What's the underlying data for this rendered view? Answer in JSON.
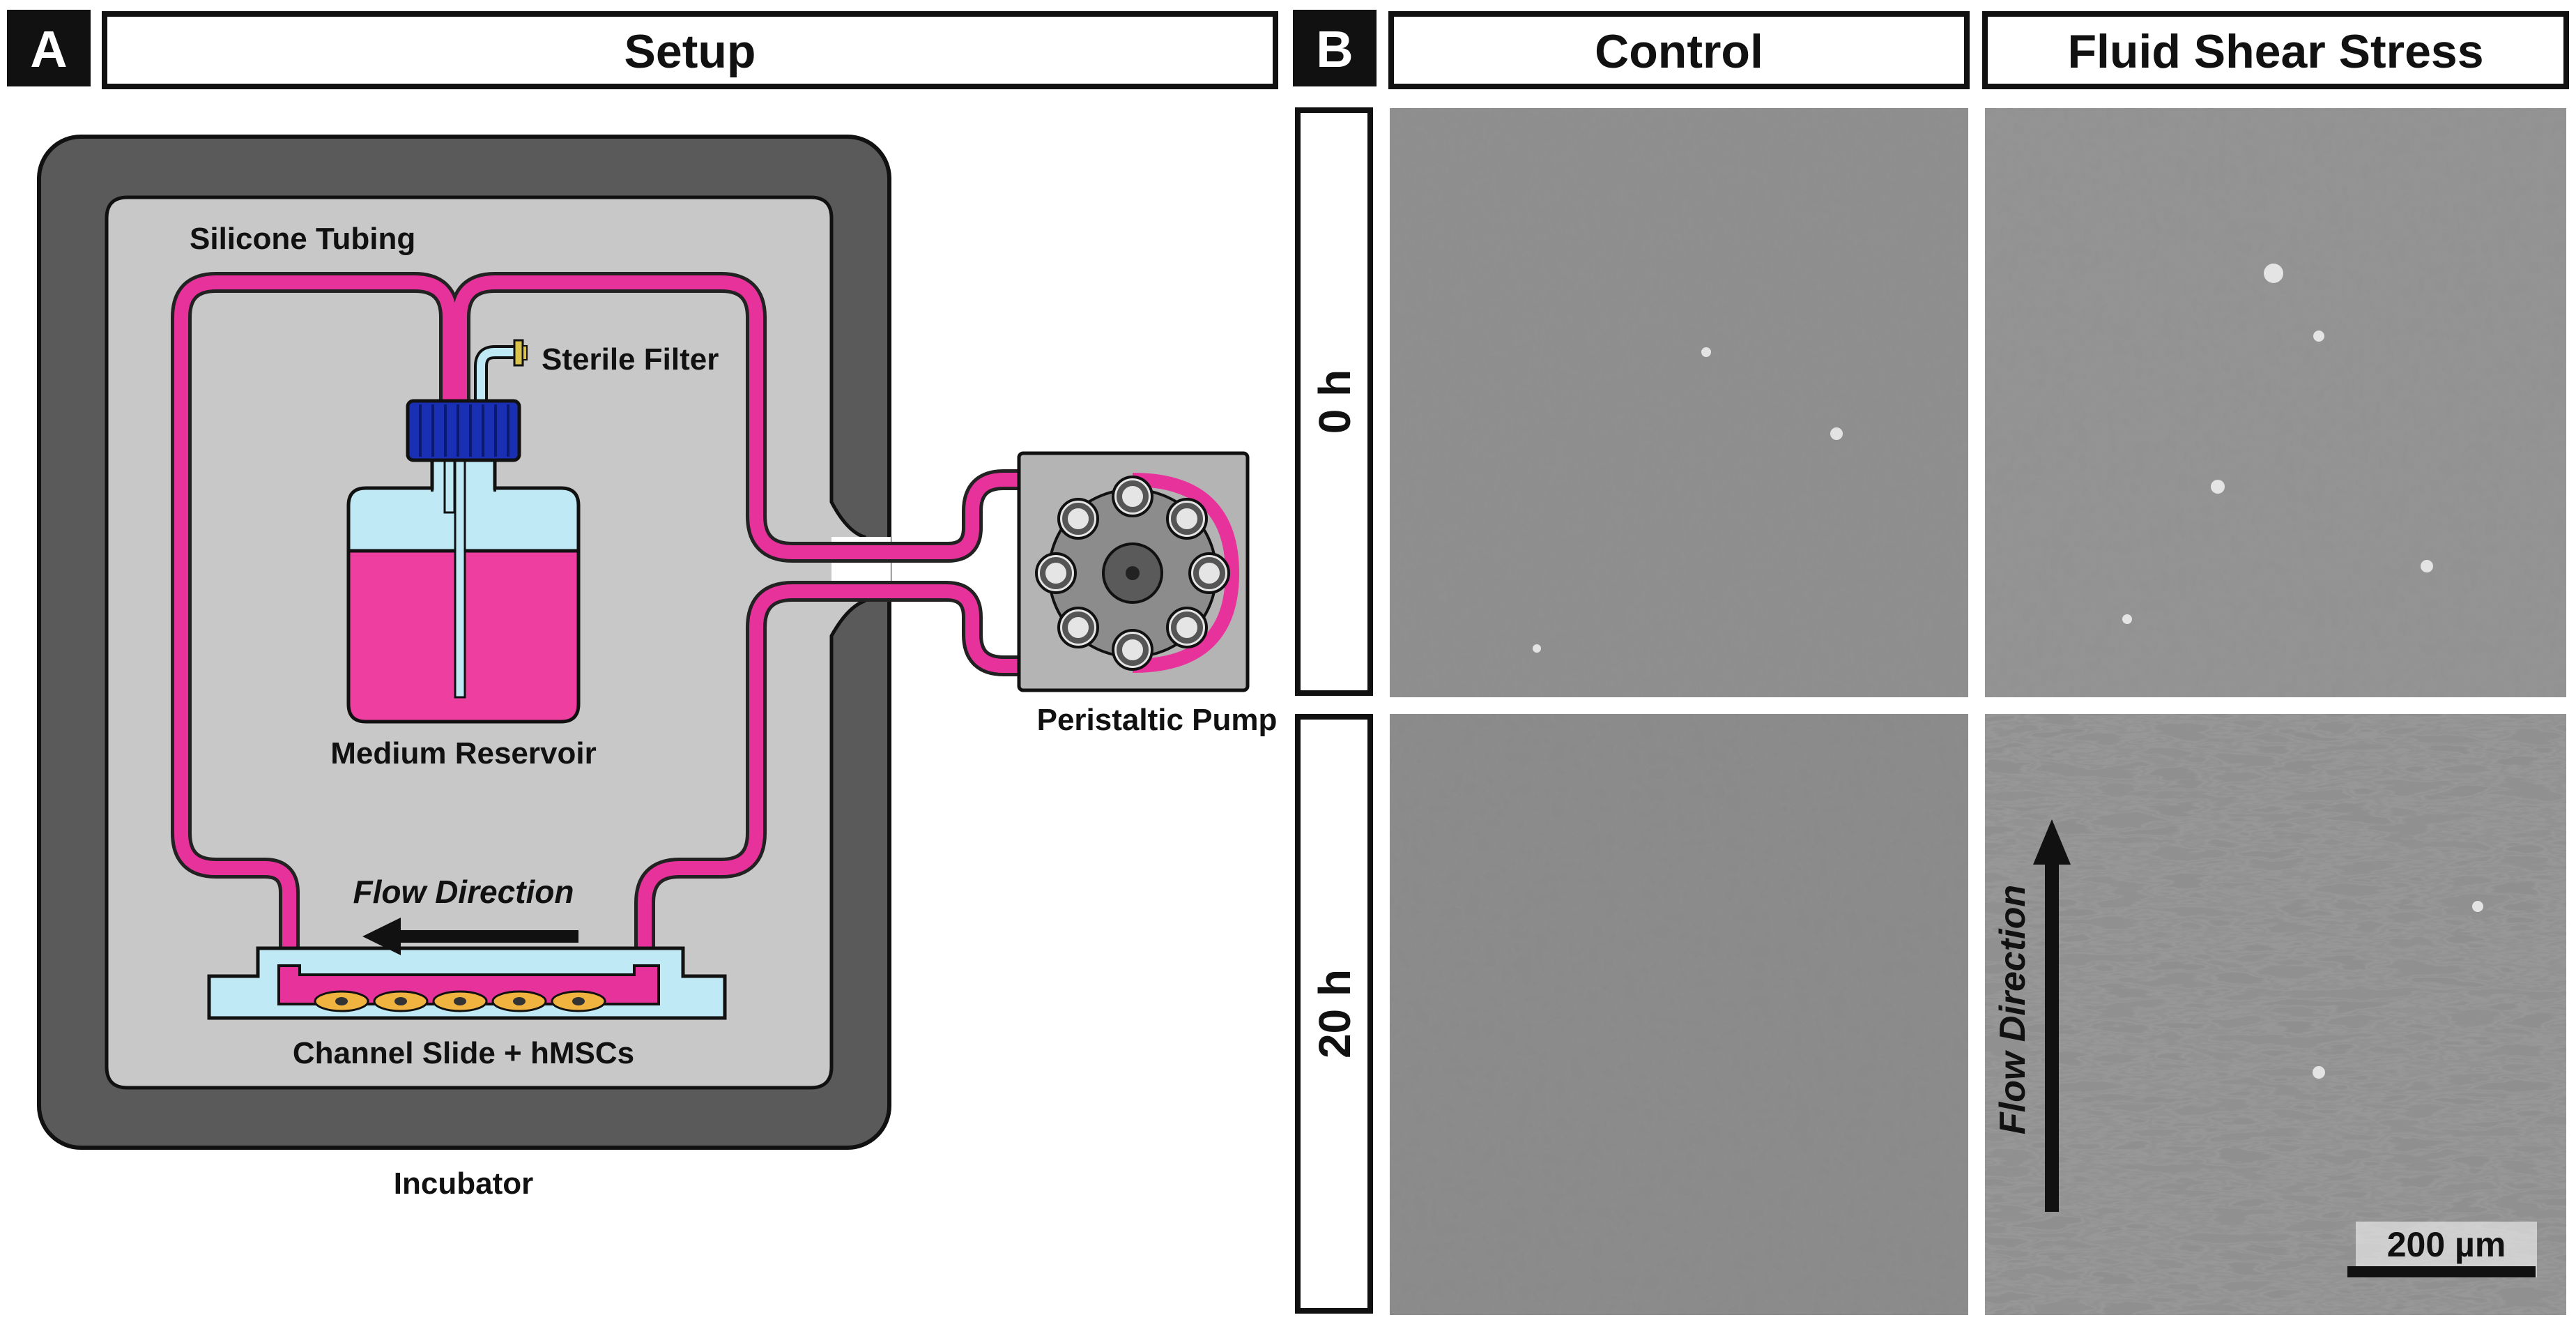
{
  "panel_a": {
    "letter": "A",
    "title": "Setup",
    "labels": {
      "silicone_tubing": "Silicone Tubing",
      "sterile_filter": "Sterile Filter",
      "medium_reservoir": "Medium Reservoir",
      "flow_direction": "Flow Direction",
      "channel_slide": "Channel Slide + hMSCs",
      "incubator": "Incubator",
      "peristaltic_pump": "Peristaltic Pump"
    }
  },
  "panel_b": {
    "letter": "B",
    "column_headers": [
      "Control",
      "Fluid Shear Stress"
    ],
    "row_labels": [
      "0 h",
      "20 h"
    ],
    "flow_direction": "Flow Direction",
    "scale_bar": "200 µm"
  },
  "colors": {
    "tubing": "#e8329b",
    "medium": "#ee3fa0",
    "incubator_wall": "#5a5a5a",
    "incubator_interior": "#c8c8c8",
    "reservoir_air": "#bfe9f5",
    "cap": "#1a30b4",
    "pump_body": "#b4b4b4",
    "micrograph_base": "#8c8c8c"
  },
  "icons": [
    "flow-arrow-left-icon",
    "flow-arrow-up-icon",
    "pump-rotor-icon",
    "sterile-filter-icon",
    "bottle-cap-icon"
  ]
}
